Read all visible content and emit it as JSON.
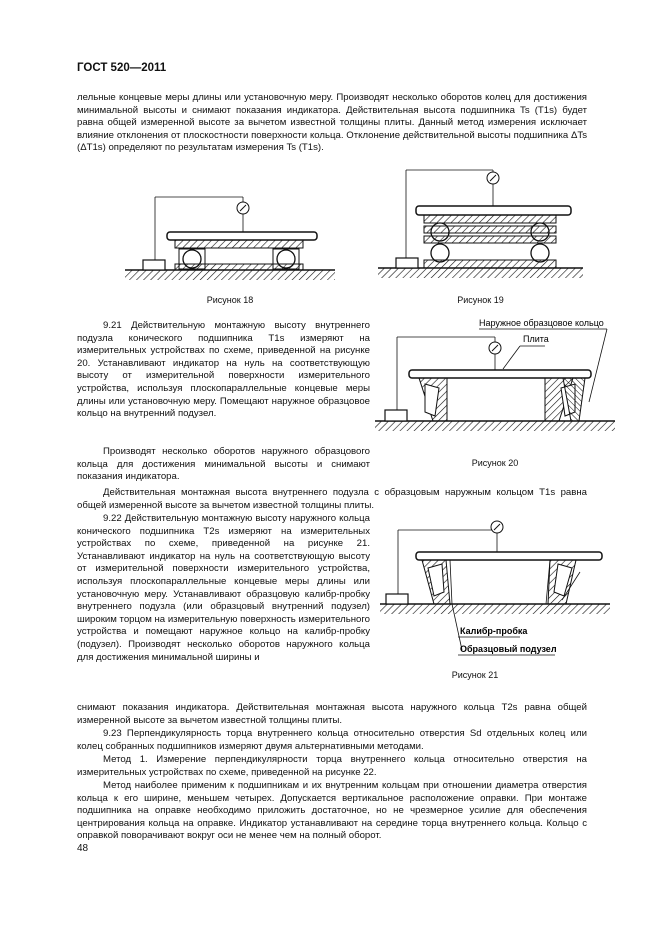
{
  "header": {
    "title": "ГОСТ 520—2011"
  },
  "intro": {
    "text": "лельные концевые меры длины или установочную меру. Производят несколько оборотов колец для достижения минимальной высоты и снимают показания индикатора. Действительная высота подшипника Ts (T1s) будет равна общей измеренной высоте за вычетом известной толщины плиты. Данный метод измерения исключает влияние отклонения от плоскостности поверхности кольца. Отклонение действительной высоты подшипника ΔTs (ΔT1s) определяют по результатам измерения Ts (T1s)."
  },
  "figures": {
    "fig18": {
      "caption": "Рисунок 18"
    },
    "fig19": {
      "caption": "Рисунок 19"
    },
    "fig20": {
      "caption": "Рисунок 20",
      "label_outer_ring": "Наружное образцовое кольцо",
      "label_plate": "Плита"
    },
    "fig21": {
      "caption": "Рисунок 21",
      "label_gauge": "Калибр-пробка",
      "label_subunit": "Образцовый подузел"
    }
  },
  "sections": {
    "s921_a": "9.21 Действительную монтажную высоту внутреннего подузла конического подшипника T1s измеряют на измерительных устройствах по схеме, приведенной на рисунке 20. Устанавливают индикатор на нуль на соответствующую высоту от измерительной поверхности измерительного устройства, используя плоскопараллельные концевые меры длины или установочную меру. Помещают наружное образцовое кольцо на внутренний подузел.",
    "s921_b": "Производят несколько оборотов наружного образцового кольца для достижения минимальной высоты и снимают показания индикатора.",
    "s921_c": "Действительная монтажная высота внутреннего подузла с образцовым наружным кольцом T1s равна общей измеренной высоте за вычетом известной толщины плиты.",
    "s922_a": "9.22 Действительную монтажную высоту наружного кольца конического подшипника T2s измеряют на измерительных устройствах по схеме, приведенной на рисунке 21. Устанавливают индикатор на нуль на соответствующую высоту от измерительной поверхности измерительного устройства, используя плоскопараллельные концевые меры длины или установочную меру. Устанавливают образцовую калибр-пробку внутреннего подузла (или образцовый внутренний подузел) широким торцом на измерительную поверхность измерительного устройства и помещают наружное кольцо на калибр-пробку (подузел). Производят несколько оборотов наружного кольца для достижения минимальной ширины и",
    "s922_b": "снимают показания индикатора. Действительная монтажная высота наружного кольца T2s равна общей измеренной высоте за вычетом известной толщины плиты.",
    "s923": "9.23 Перпендикулярность торца внутреннего кольца относительно отверстия Sd отдельных колец или колец собранных подшипников измеряют двумя альтернативными методами.",
    "method1": "Метод 1. Измерение перпендикулярности торца внутреннего кольца относительно отверстия на измерительных устройствах по схеме, приведенной на рисунке 22.",
    "method1_b": "Метод наиболее применим к подшипникам и их внутренним кольцам при отношении диаметра отверстия кольца к его ширине, меньшем четырех. Допускается вертикальное расположение оправки. При монтаже подшипника на оправке необходимо приложить достаточное, но не чрезмерное усилие для обеспечения центрирования кольца на оправке. Индикатор устанавливают на середине торца внутреннего кольца. Кольцо с оправкой поворачивают вокруг оси не менее чем на полный оборот."
  },
  "footer": {
    "page_number": "48"
  }
}
